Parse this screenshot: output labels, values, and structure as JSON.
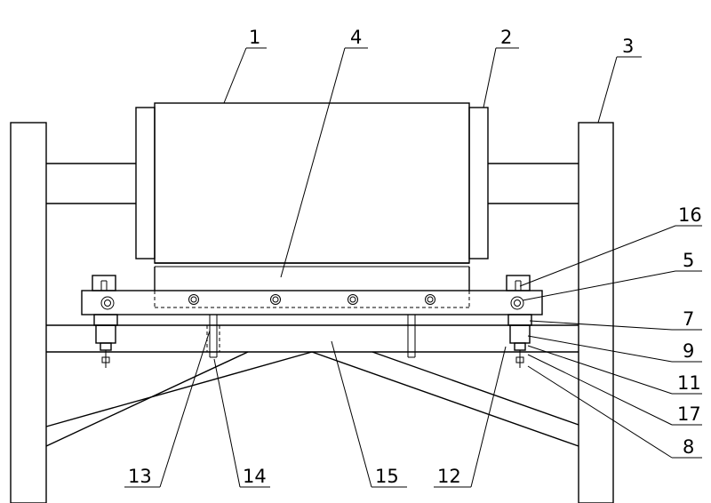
{
  "callouts": {
    "c1": "1",
    "c2": "2",
    "c3": "3",
    "c4": "4",
    "c5": "5",
    "c7": "7",
    "c8": "8",
    "c9": "9",
    "c11": "11",
    "c12": "12",
    "c13": "13",
    "c14": "14",
    "c15": "15",
    "c16": "16",
    "c17": "17"
  }
}
